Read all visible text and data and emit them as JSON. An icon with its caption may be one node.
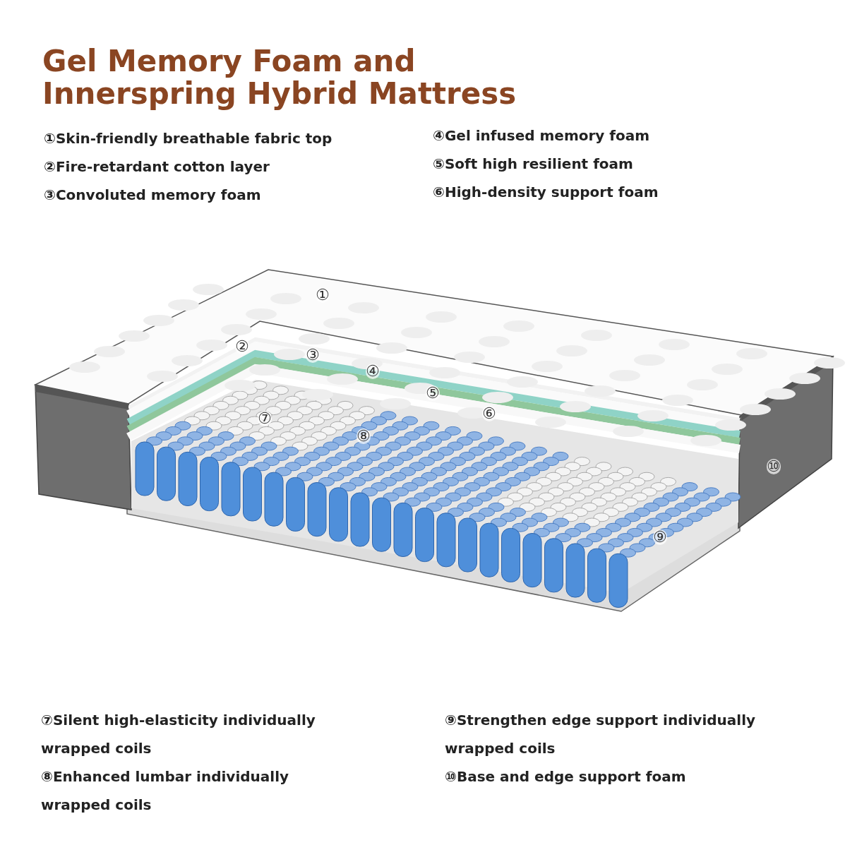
{
  "diagram": {
    "title": "Gel Memory Foam and Innerspring Hybrid Mattress",
    "labels": [
      "①Skin-friendly breathable fabric top",
      "②Fire-retardant cotton layer",
      "③Convoluted memory foam",
      "④Gel infused memory foam",
      "⑤Soft high resilient foam",
      "⑥High-density support foam",
      "①",
      "②",
      "③",
      "④",
      "⑤",
      "⑥",
      "⑦",
      "⑧",
      "⑩",
      "⑨",
      "⑦Silent high-elasticity individually wrapped coils",
      "⑧Enhanced lumbar individually wrapped coils",
      "⑨Strengthen edge support individually wrapped coils",
      "⑩Base and edge support foam"
    ]
  }
}
